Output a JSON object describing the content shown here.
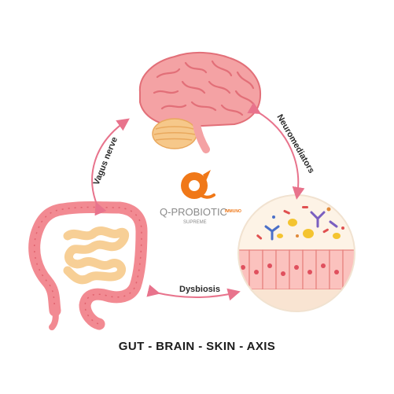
{
  "diagram": {
    "labels": {
      "vagus": "Vagus nerve",
      "neuro": "Neuromediators",
      "dysbiosis": "Dysbiosis"
    },
    "logo": {
      "name": "Q-PROBIOTIC",
      "tag": "IMMUNO",
      "sub": "SUPREME"
    },
    "caption": "GUT - BRAIN - SKIN - AXIS"
  },
  "colors": {
    "arrow": "#e8738c",
    "brain": "#f4a2a4",
    "brain_stroke": "#e26f78",
    "cerebellum": "#f6c88a",
    "intestine": "#f28a92",
    "small_intestine": "#f7cf96",
    "logo_orange": "#f07818",
    "skin_cells": "#f7a8a4"
  }
}
